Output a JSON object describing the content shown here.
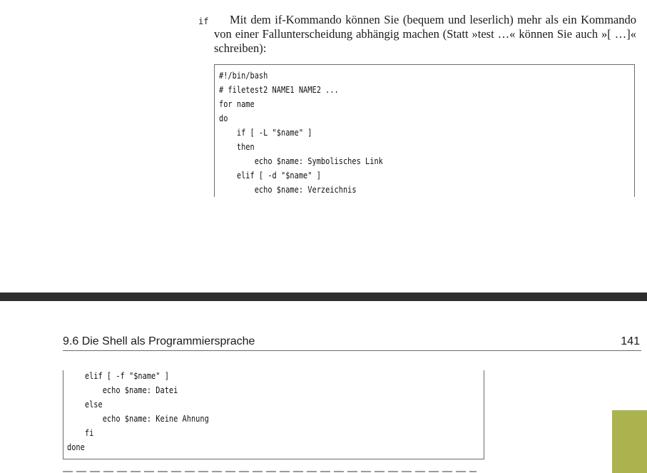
{
  "top_page": {
    "marginal_keyword": "if",
    "paragraph": "Mit dem if-Kommando können Sie (bequem und leserlich) mehr als ein Kommando von einer Fallunterscheidung abhängig machen (Statt »test …« können Sie auch »[ …]« schreiben):",
    "code_lines": [
      "#!/bin/bash",
      "# filetest2 NAME1 NAME2 ...",
      "for name",
      "do",
      "    if [ -L \"$name\" ]",
      "    then",
      "        echo $name: Symbolisches Link",
      "    elif [ -d \"$name\" ]",
      "        echo $name: Verzeichnis"
    ]
  },
  "bottom_page": {
    "running_header": {
      "section_title": "9.6 Die Shell als Programmiersprache",
      "page_number": "141"
    },
    "code_lines": [
      "    elif [ -f \"$name\" ]",
      "        echo $name: Datei",
      "    else",
      "        echo $name: Keine Ahnung",
      "    fi",
      "done"
    ]
  },
  "colors": {
    "page_break_bar": "#2e2e2e",
    "thumb_tab": "#aab34e",
    "code_border": "#6b6b6b"
  }
}
